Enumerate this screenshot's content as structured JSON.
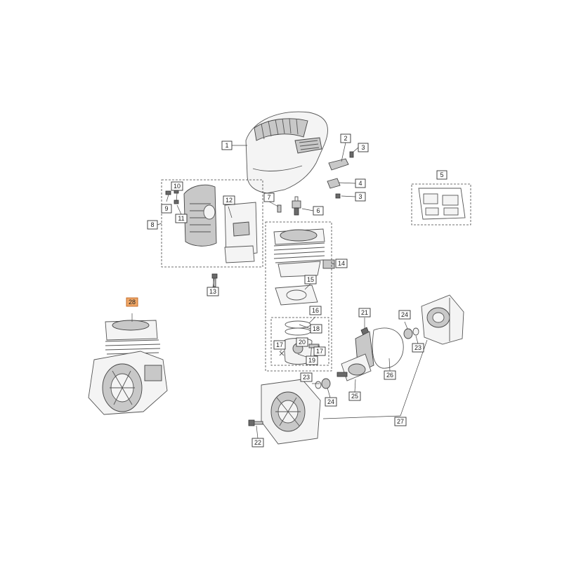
{
  "diagram": {
    "callouts": [
      "1",
      "2",
      "3",
      "4",
      "3",
      "5",
      "6",
      "7",
      "8",
      "9",
      "10",
      "11",
      "12",
      "13",
      "14",
      "15",
      "16",
      "17",
      "17",
      "18",
      "19",
      "20",
      "21",
      "22",
      "23",
      "23",
      "24",
      "24",
      "25",
      "26",
      "27",
      "28"
    ],
    "highlight_callout": "28",
    "colors": {
      "highlight_fill": "#f0a868",
      "highlight_stroke": "#c0621c",
      "line": "#444444"
    }
  }
}
